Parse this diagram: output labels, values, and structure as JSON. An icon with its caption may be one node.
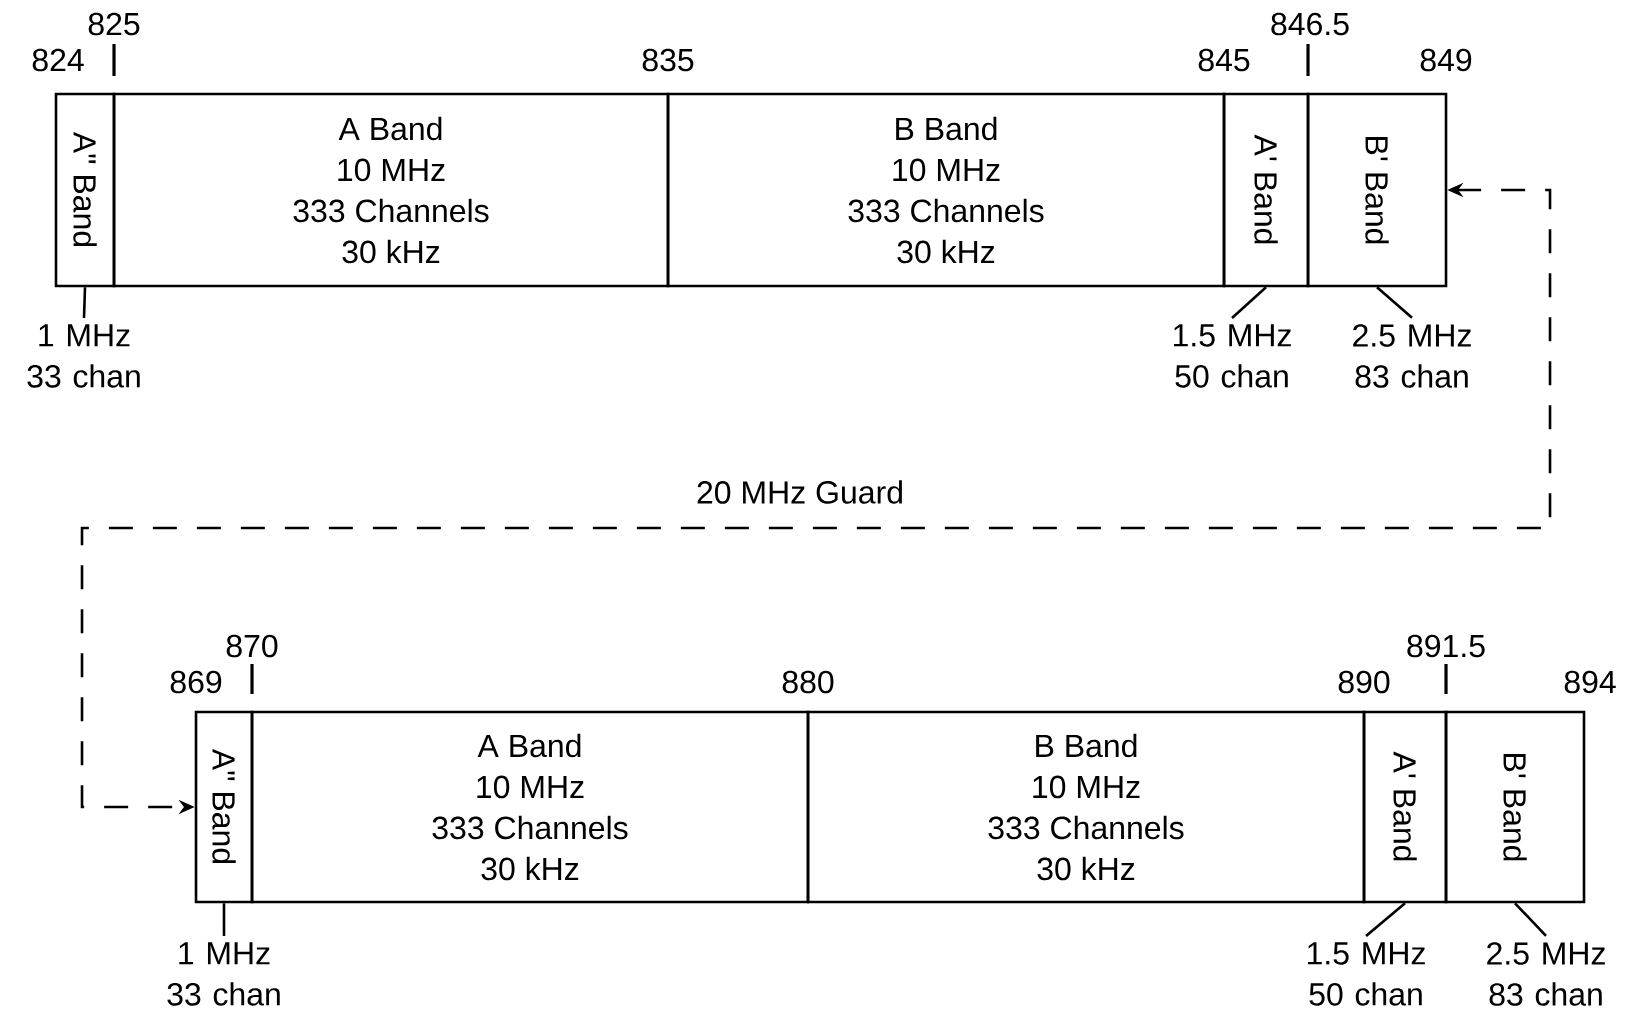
{
  "diagram": {
    "nodes": [
      {
        "text": [
          "A\" Band"
        ]
      },
      {
        "text": [
          "A Band",
          "10 MHz",
          "333 Channels",
          "30 kHz"
        ]
      },
      {
        "text": [
          "B Band",
          "10 MHz",
          "333 Channels",
          "30 kHz"
        ]
      },
      {
        "text": [
          "A' Band"
        ]
      },
      {
        "text": [
          "B' Band"
        ]
      },
      {
        "text": [
          "1 MHz 33 chan"
        ]
      },
      {
        "text": [
          "1.5 MHz 50 chan"
        ]
      },
      {
        "text": [
          "2.5 MHz 83 chan"
        ]
      },
      {
        "text": [
          "A\" Band"
        ]
      },
      {
        "text": [
          "A Band",
          "10 MHz",
          "333 Channels",
          "30 kHz"
        ]
      },
      {
        "text": [
          "B Band",
          "10 MHz",
          "333 Channels",
          "30 kHz"
        ]
      },
      {
        "text": [
          "A' Band"
        ]
      },
      {
        "text": [
          "B' Band"
        ]
      },
      {
        "text": [
          "1 MHz 33 chan"
        ]
      },
      {
        "text": [
          "1.5 MHz 50 chan"
        ]
      },
      {
        "text": [
          "2.5 MHz 83 chan"
        ]
      }
    ],
    "edges": [
      {
        "from": 5,
        "to": 0,
        "arrow": "none"
      },
      {
        "from": 6,
        "to": 3,
        "arrow": "none"
      },
      {
        "from": 7,
        "to": 4,
        "arrow": "none"
      },
      {
        "from": 13,
        "to": 8,
        "arrow": "none"
      },
      {
        "from": 14,
        "to": 11,
        "arrow": "none"
      },
      {
        "from": 15,
        "to": 12,
        "arrow": "none"
      },
      {
        "from": 4,
        "to": 8,
        "arrow": "both",
        "style": "dashed",
        "label": "20 MHz Guard"
      }
    ],
    "labels": [
      "825",
      "824",
      "835",
      "845",
      "846.5",
      "849",
      "870",
      "869",
      "880",
      "890",
      "891.5",
      "894"
    ]
  }
}
